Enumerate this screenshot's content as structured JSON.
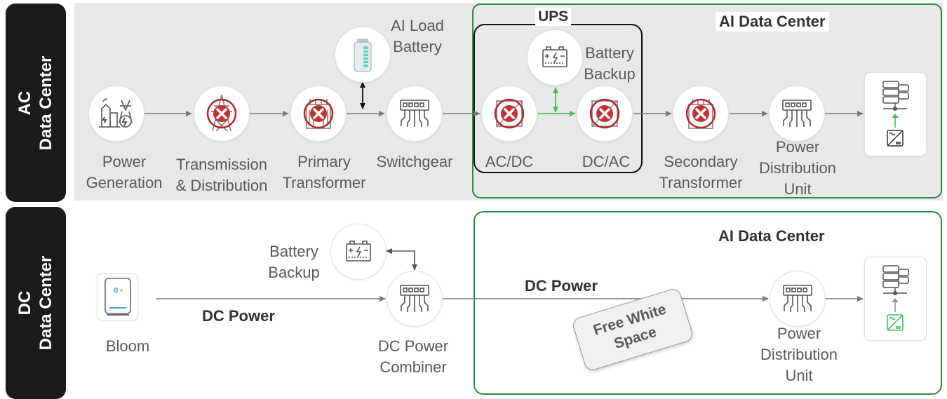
{
  "ac_band": {
    "label_line1": "AC",
    "label_line2": "Data Center",
    "ai_data_center_title": "AI Data Center",
    "ups_title": "UPS",
    "nodes": {
      "power_generation": [
        "Power",
        "Generation"
      ],
      "transmission": [
        "Transmission",
        "& Distribution"
      ],
      "primary_transformer": [
        "Primary",
        "Transformer"
      ],
      "switchgear": [
        "Switchgear"
      ],
      "ai_load_battery": [
        "AI Load",
        "Battery"
      ],
      "ac_dc": [
        "AC/DC"
      ],
      "dc_ac": [
        "DC/AC"
      ],
      "battery_backup": [
        "Battery",
        "Backup"
      ],
      "secondary_transformer": [
        "Secondary",
        "Transformer"
      ],
      "pdu": [
        "Power",
        "Distribution",
        "Unit"
      ]
    }
  },
  "dc_band": {
    "label_line1": "DC",
    "label_line2": "Data Center",
    "ai_data_center_title": "AI Data Center",
    "nodes": {
      "bloom": [
        "Bloom"
      ],
      "battery_backup": [
        "Battery",
        "Backup"
      ],
      "combiner": [
        "DC Power",
        "Combiner"
      ],
      "pdu": [
        "Power",
        "Distribution",
        "Unit"
      ]
    },
    "dc_power_label_1": "DC Power",
    "dc_power_label_2": "DC Power",
    "free_white_space": [
      "Free White",
      "Space"
    ]
  },
  "bloom_logo_text": "B",
  "colors": {
    "ac_panel_bg": "#e8e8e8",
    "green_border": "#2e8b47",
    "green_arrow": "#44c060",
    "red_x": "#c0392b",
    "text_gray": "#595959",
    "dark_label_bg": "#1b1b1b"
  },
  "removed_components_marked_with": "x-circle-icon"
}
